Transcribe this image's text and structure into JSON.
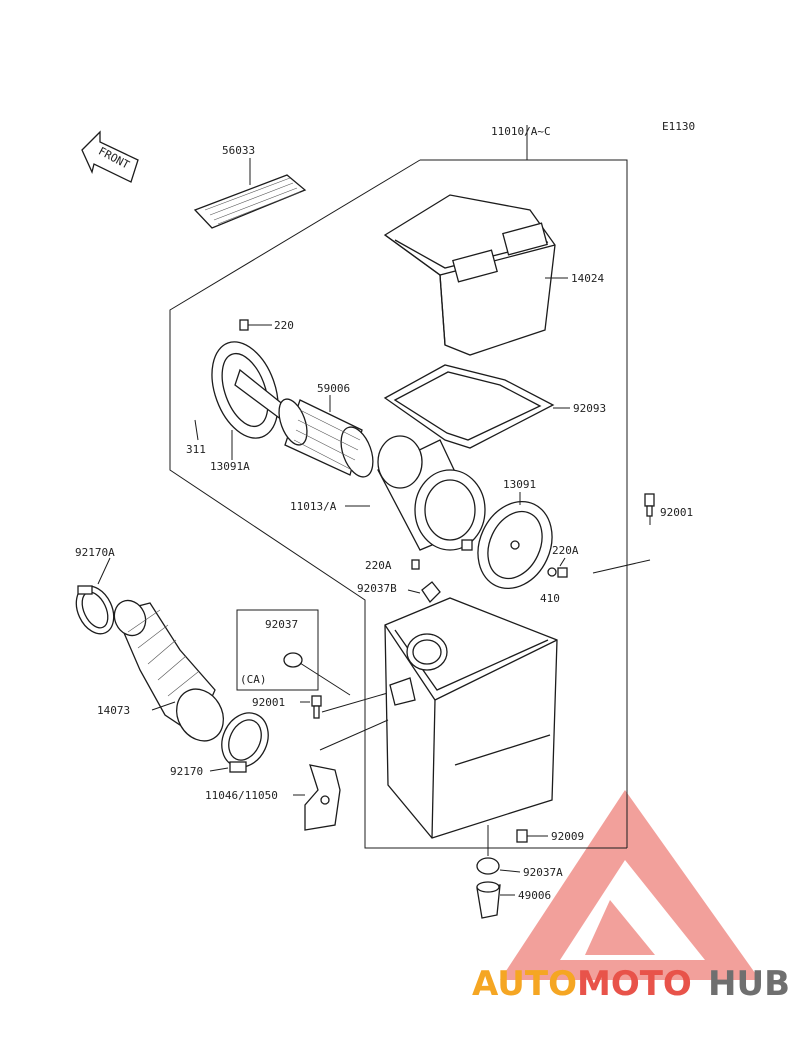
{
  "diagram": {
    "code": "E1130",
    "front_label": "FRONT",
    "labels": {
      "p56033": "56033",
      "p11010": "11010/A~C",
      "p14024": "14024",
      "p220_top": "220",
      "p59006": "59006",
      "p92093": "92093",
      "p311": "311",
      "p13091A": "13091A",
      "p13091": "13091",
      "p11013": "11013/A",
      "p92001_right": "92001",
      "p92170A": "92170A",
      "p220A_left": "220A",
      "p220A_right": "220A",
      "p92037B": "92037B",
      "p410": "410",
      "p92037": "92037",
      "pCA": "(CA)",
      "p92001_left": "92001",
      "p14073": "14073",
      "p92170": "92170",
      "p11046": "11046/11050",
      "p92009": "92009",
      "p92037A": "92037A",
      "p49006": "49006"
    },
    "watermark": {
      "part1": "AUTO",
      "part2": "MOTO",
      "part3": "HUB",
      "color_orange": "#f5a623",
      "color_red": "#e8534a",
      "color_gray": "#6f6f6f"
    }
  }
}
